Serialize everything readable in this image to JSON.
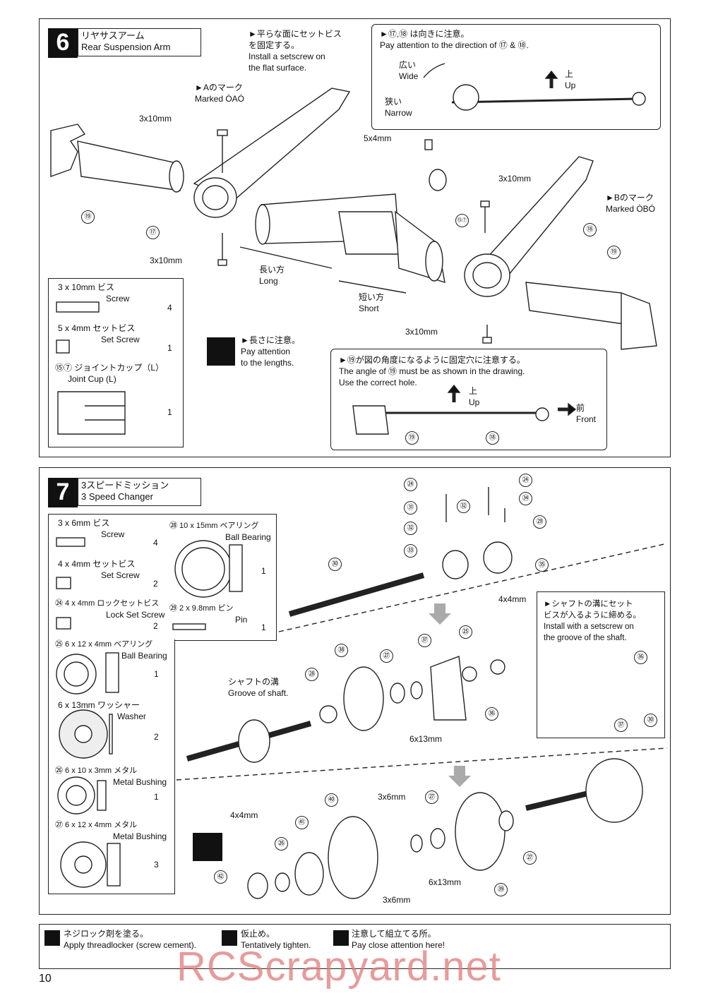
{
  "step6": {
    "number": "6",
    "title_jp": "リヤサスアーム",
    "title_en": "Rear Suspension Arm",
    "note_flat": "►平らな面にセットビス\nを固定する。\nInstall a setscrew on\nthe flat surface.",
    "note_a": "►Aのマーク\nMarked ÒAÓ",
    "note_b": "►Bのマーク\nMarked ÒBÓ",
    "direction_box": {
      "heading": "►⑰,⑱ は向きに注意。\nPay attention to the direction of ⑰ & ⑱.",
      "wide": "広い\nWide",
      "narrow": "狭い\nNarrow",
      "up": "上\nUp"
    },
    "labels": {
      "screw_3x10_a": "3x10mm",
      "screw_3x10_b": "3x10mm",
      "screw_3x10_c": "3x10mm",
      "screw_3x10_d": "3x10mm",
      "setscrew_5x4": "5x4mm",
      "long": "長い方\nLong",
      "short": "短い方\nShort",
      "c19a": "⑲",
      "c17": "⑰",
      "c157": "⑮⑦",
      "c18": "⑱",
      "c19b": "⑲"
    },
    "attention_lengths": "►長さに注意。\nPay attention\nto the lengths.",
    "angle_box": {
      "heading": "►⑲が図の角度になるように固定穴に注意する。\nThe angle of ⑲ must be as shown in the drawing.\nUse the correct hole.",
      "up": "上\nUp",
      "front": "前\nFront",
      "c19": "⑲",
      "c18": "⑱"
    },
    "parts": [
      {
        "name_jp": "3 x 10mm ビス",
        "name_en": "Screw",
        "qty": "4"
      },
      {
        "name_jp": "5 x 4mm セットビス",
        "name_en": "Set Screw",
        "qty": "1"
      },
      {
        "name_jp": "⑮⑦ ジョイントカップ（L）",
        "name_en": "Joint Cup (L)",
        "qty": "1"
      }
    ]
  },
  "step7": {
    "number": "7",
    "title_jp": "3スピードミッション",
    "title_en": "3 Speed Changer",
    "parts": [
      {
        "name_jp": "3 x 6mm ビス",
        "name_en": "Screw",
        "qty": "4"
      },
      {
        "name_jp": "4 x 4mm セットビス",
        "name_en": "Set Screw",
        "qty": "2"
      },
      {
        "name_jp": "㉔ 4 x 4mm ロックセットビス",
        "name_en": "Lock Set Screw",
        "qty": "2"
      },
      {
        "name_jp": "㉘ 10 x 15mm ベアリング",
        "name_en": "Ball Bearing",
        "qty": "1"
      },
      {
        "name_jp": "㉙ 2 x 9.8mm ピン",
        "name_en": "Pin",
        "qty": "1"
      },
      {
        "name_jp": "㉕ 6 x 12 x 4mm ベアリング",
        "name_en": "Ball Bearing",
        "qty": "1"
      },
      {
        "name_jp": "6 x 13mm ワッシャー",
        "name_en": "Washer",
        "qty": "2"
      },
      {
        "name_jp": "㉖ 6 x 10 x 3mm メタル",
        "name_en": "Metal Bushing",
        "qty": "1"
      },
      {
        "name_jp": "㉗ 6 x 12 x 4mm メタル",
        "name_en": "Metal Bushing",
        "qty": "3"
      }
    ],
    "groove_note": "シャフトの溝\nGroove of shaft.",
    "setscrew_note": "►シャフトの溝にセット\nビスが入るように締める。\nInstall with a setscrew on\nthe groove of the shaft.",
    "labels": {
      "c24a": "㉔",
      "c24b": "㉔",
      "c31": "㉛",
      "c32a": "㉜",
      "c32b": "㉜",
      "c34": "㉞",
      "c29": "㉙",
      "c33": "㉝",
      "c35": "㉟",
      "c30": "㉚",
      "c38": "㊳",
      "c28": "㉘",
      "c27a": "㉗",
      "c37": "㊲",
      "c25": "㉕",
      "c36a": "㊱",
      "c36b": "㊱",
      "c30b": "㉚",
      "c37b": "㊲",
      "c40": "㊵",
      "c41": "㊶",
      "c26": "㉖",
      "c42": "㊷",
      "c27b": "㉗",
      "c27c": "㉗",
      "c39": "㊴",
      "mm4x4a": "4x4mm",
      "mm4x4b": "4x4mm",
      "mm6x13a": "6x13mm",
      "mm6x13b": "6x13mm",
      "mm3x6a": "3x6mm",
      "mm3x6b": "3x6mm"
    }
  },
  "legend": [
    {
      "jp": "ネジロック剤を塗る。",
      "en": "Apply threadlocker (screw cement)."
    },
    {
      "jp": "仮止め。",
      "en": "Tentatively tighten."
    },
    {
      "jp": "注意して組立てる所。",
      "en": "Pay close attention here!"
    }
  ],
  "page_number": "10",
  "watermark": "RCScrapyard.net"
}
